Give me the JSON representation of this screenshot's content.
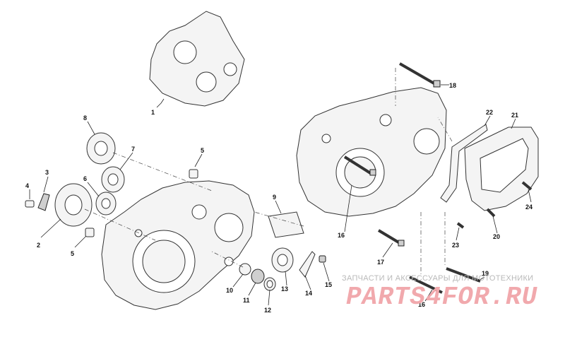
{
  "callouts": [
    {
      "id": "c1",
      "label": "1"
    },
    {
      "id": "c2",
      "label": "2"
    },
    {
      "id": "c3",
      "label": "3"
    },
    {
      "id": "c4",
      "label": "4"
    },
    {
      "id": "c5a",
      "label": "5"
    },
    {
      "id": "c5b",
      "label": "5"
    },
    {
      "id": "c6",
      "label": "6"
    },
    {
      "id": "c7",
      "label": "7"
    },
    {
      "id": "c8",
      "label": "8"
    },
    {
      "id": "c9",
      "label": "9"
    },
    {
      "id": "c10",
      "label": "10"
    },
    {
      "id": "c11",
      "label": "11"
    },
    {
      "id": "c12",
      "label": "12"
    },
    {
      "id": "c13",
      "label": "13"
    },
    {
      "id": "c14",
      "label": "14"
    },
    {
      "id": "c15",
      "label": "15"
    },
    {
      "id": "c16a",
      "label": "16"
    },
    {
      "id": "c16b",
      "label": "16"
    },
    {
      "id": "c17",
      "label": "17"
    },
    {
      "id": "c18",
      "label": "18"
    },
    {
      "id": "c19",
      "label": "19"
    },
    {
      "id": "c20",
      "label": "20"
    },
    {
      "id": "c21",
      "label": "21"
    },
    {
      "id": "c22",
      "label": "22"
    },
    {
      "id": "c23",
      "label": "23"
    },
    {
      "id": "c24",
      "label": "24"
    }
  ],
  "watermark": {
    "caption": "ЗАПЧАСТИ И АКСЕССУАРЫ ДЛЯ МОТОТЕХНИКИ",
    "logo": "PARTS4FOR.RU"
  },
  "colors": {
    "line": "#222222",
    "logo": "#f1a9ad",
    "caption": "#b9b9b9"
  }
}
